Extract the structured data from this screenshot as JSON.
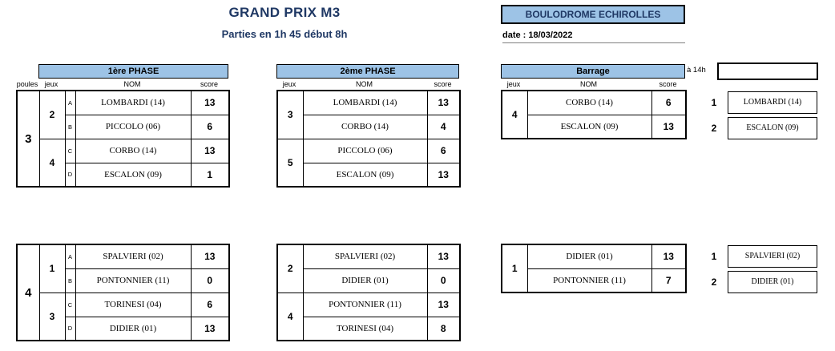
{
  "header": {
    "title": "GRAND PRIX M3",
    "subtitle": "Parties en 1h 45 début 8h",
    "venue": "BOULODROME ECHIROLLES",
    "date": "date : 18/03/2022",
    "time": "à 14h"
  },
  "labels": {
    "phase1": "1ère PHASE",
    "phase2": "2ème PHASE",
    "barrage": "Barrage",
    "poules": "poules",
    "jeux": "jeux",
    "nom": "NOM",
    "score": "score"
  },
  "colors": {
    "header_blue": "#9DC3E6",
    "title_navy": "#1F3864"
  },
  "blocks": [
    {
      "poule": "3",
      "phase1": {
        "jeux": [
          "2",
          "4"
        ],
        "rows": [
          {
            "letter": "A",
            "name": "LOMBARDI (14)",
            "score": "13"
          },
          {
            "letter": "B",
            "name": "PICCOLO (06)",
            "score": "6"
          },
          {
            "letter": "C",
            "name": "CORBO (14)",
            "score": "13"
          },
          {
            "letter": "D",
            "name": "ESCALON (09)",
            "score": "1"
          }
        ]
      },
      "phase2": {
        "jeux": [
          "3",
          "5"
        ],
        "rows": [
          {
            "name": "LOMBARDI (14)",
            "score": "13"
          },
          {
            "name": "CORBO (14)",
            "score": "4"
          },
          {
            "name": "PICCOLO (06)",
            "score": "6"
          },
          {
            "name": "ESCALON (09)",
            "score": "13"
          }
        ]
      },
      "barrage": {
        "jeu": "4",
        "rows": [
          {
            "name": "CORBO (14)",
            "score": "6"
          },
          {
            "name": "ESCALON (09)",
            "score": "13"
          }
        ]
      },
      "final": [
        {
          "rank": "1",
          "name": "LOMBARDI (14)"
        },
        {
          "rank": "2",
          "name": "ESCALON (09)"
        }
      ]
    },
    {
      "poule": "4",
      "phase1": {
        "jeux": [
          "1",
          "3"
        ],
        "rows": [
          {
            "letter": "A",
            "name": "SPALVIERI (02)",
            "score": "13"
          },
          {
            "letter": "B",
            "name": "PONTONNIER (11)",
            "score": "0"
          },
          {
            "letter": "C",
            "name": "TORINESI (04)",
            "score": "6"
          },
          {
            "letter": "D",
            "name": "DIDIER (01)",
            "score": "13"
          }
        ]
      },
      "phase2": {
        "jeux": [
          "2",
          "4"
        ],
        "rows": [
          {
            "name": "SPALVIERI (02)",
            "score": "13"
          },
          {
            "name": "DIDIER (01)",
            "score": "0"
          },
          {
            "name": "PONTONNIER (11)",
            "score": "13"
          },
          {
            "name": "TORINESI (04)",
            "score": "8"
          }
        ]
      },
      "barrage": {
        "jeu": "1",
        "rows": [
          {
            "name": "DIDIER (01)",
            "score": "13"
          },
          {
            "name": "PONTONNIER (11)",
            "score": "7"
          }
        ]
      },
      "final": [
        {
          "rank": "1",
          "name": "SPALVIERI (02)"
        },
        {
          "rank": "2",
          "name": "DIDIER (01)"
        }
      ]
    }
  ]
}
